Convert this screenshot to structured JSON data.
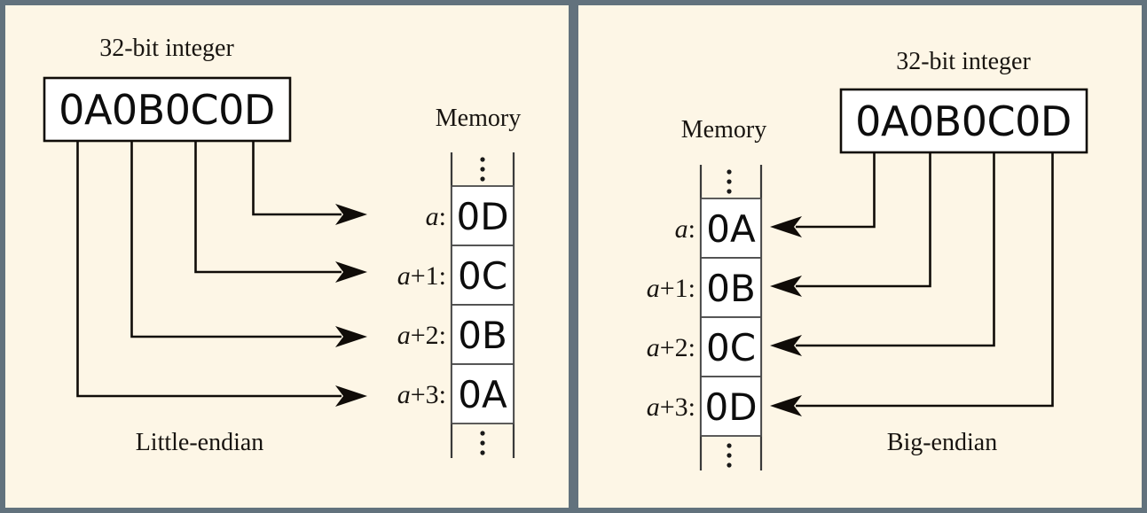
{
  "figure": {
    "title": "Endianness byte-order diagram",
    "background_color": "#62727d",
    "panel_color": "#fdf6e6",
    "ink_color": "#100c08"
  },
  "panels": [
    {
      "id": "little-endian",
      "caption": "Little-endian",
      "integer_title": "32-bit integer",
      "integer_value": "0A0B0C0D",
      "memory_label": "Memory",
      "ellipsis": "⋮",
      "arrow_direction": "right",
      "rows": [
        {
          "address": "a",
          "addr_base": "a",
          "addr_offset": ":",
          "byte": "0D",
          "source_byte_index": 3
        },
        {
          "address": "a+1",
          "addr_base": "a",
          "addr_offset": "+1:",
          "byte": "0C",
          "source_byte_index": 2
        },
        {
          "address": "a+2",
          "addr_base": "a",
          "addr_offset": "+2:",
          "byte": "0B",
          "source_byte_index": 1
        },
        {
          "address": "a+3",
          "addr_base": "a",
          "addr_offset": "+3:",
          "byte": "0A",
          "source_byte_index": 0
        }
      ]
    },
    {
      "id": "big-endian",
      "caption": "Big-endian",
      "integer_title": "32-bit integer",
      "integer_value": "0A0B0C0D",
      "memory_label": "Memory",
      "ellipsis": "⋮",
      "arrow_direction": "left",
      "rows": [
        {
          "address": "a",
          "addr_base": "a",
          "addr_offset": ":",
          "byte": "0A",
          "source_byte_index": 0
        },
        {
          "address": "a+1",
          "addr_base": "a",
          "addr_offset": "+1:",
          "byte": "0B",
          "source_byte_index": 1
        },
        {
          "address": "a+2",
          "addr_base": "a",
          "addr_offset": "+2:",
          "byte": "0C",
          "source_byte_index": 2
        },
        {
          "address": "a+3",
          "addr_base": "a",
          "addr_offset": "+3:",
          "byte": "0D",
          "source_byte_index": 3
        }
      ]
    }
  ]
}
